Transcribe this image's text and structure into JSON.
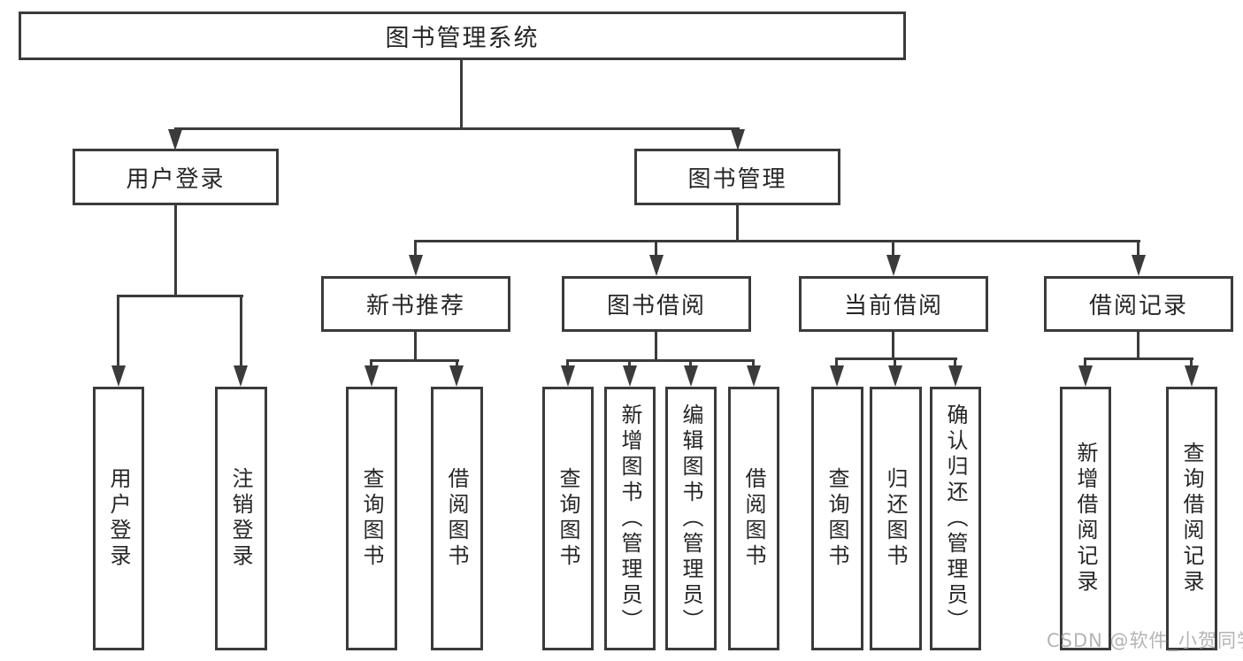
{
  "root": {
    "label": "图书管理系统"
  },
  "level2": {
    "user_login": {
      "label": "用户登录"
    },
    "book_management": {
      "label": "图书管理"
    }
  },
  "level3": {
    "new_book_recommend": {
      "label": "新书推荐"
    },
    "book_borrow": {
      "label": "图书借阅"
    },
    "current_borrow": {
      "label": "当前借阅"
    },
    "borrow_record": {
      "label": "借阅记录"
    }
  },
  "leaves": {
    "user_login": {
      "label": "用户登录"
    },
    "logout": {
      "label": "注销登录"
    },
    "nb_query_book": {
      "label": "查询图书"
    },
    "nb_borrow_book": {
      "label": "借阅图书"
    },
    "bb_query_book": {
      "label": "查询图书"
    },
    "bb_add_book": {
      "label": "新增图书（管理员）"
    },
    "bb_edit_book": {
      "label": "编辑图书（管理员）"
    },
    "bb_borrow_book": {
      "label": "借阅图书"
    },
    "cb_query_book": {
      "label": "查询图书"
    },
    "cb_return_book": {
      "label": "归还图书"
    },
    "cb_confirm_return": {
      "label": "确认归还（管理员）"
    },
    "br_add_record": {
      "label": "新增借阅记录"
    },
    "br_query_record": {
      "label": "查询借阅记录"
    }
  },
  "watermark": {
    "text": "CSDN @软件_小贺同学"
  },
  "colors": {
    "line": "#3b3b3b",
    "box_border": "#3b3b3b",
    "text": "#262626",
    "watermark": "#acacac",
    "background": "#ffffff"
  }
}
